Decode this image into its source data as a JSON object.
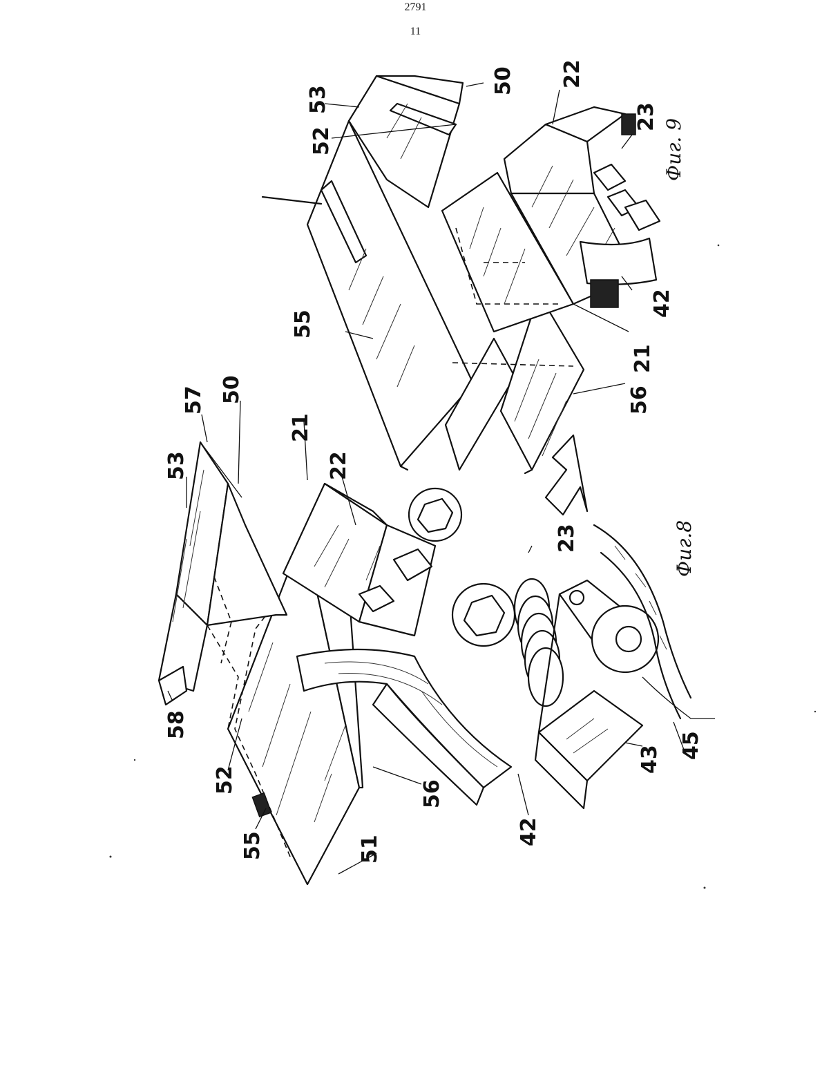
{
  "header": {
    "doc_number": "2791",
    "page_number": "11"
  },
  "figures": [
    {
      "caption": "Фиг.8",
      "labels": [
        "57",
        "53",
        "50",
        "21",
        "22",
        "23",
        "58",
        "52",
        "55",
        "51",
        "56",
        "42",
        "43",
        "45"
      ]
    },
    {
      "caption": "Фиг. 9",
      "labels": [
        "53",
        "50",
        "22",
        "52",
        "23",
        "55",
        "42",
        "21",
        "56"
      ]
    }
  ]
}
